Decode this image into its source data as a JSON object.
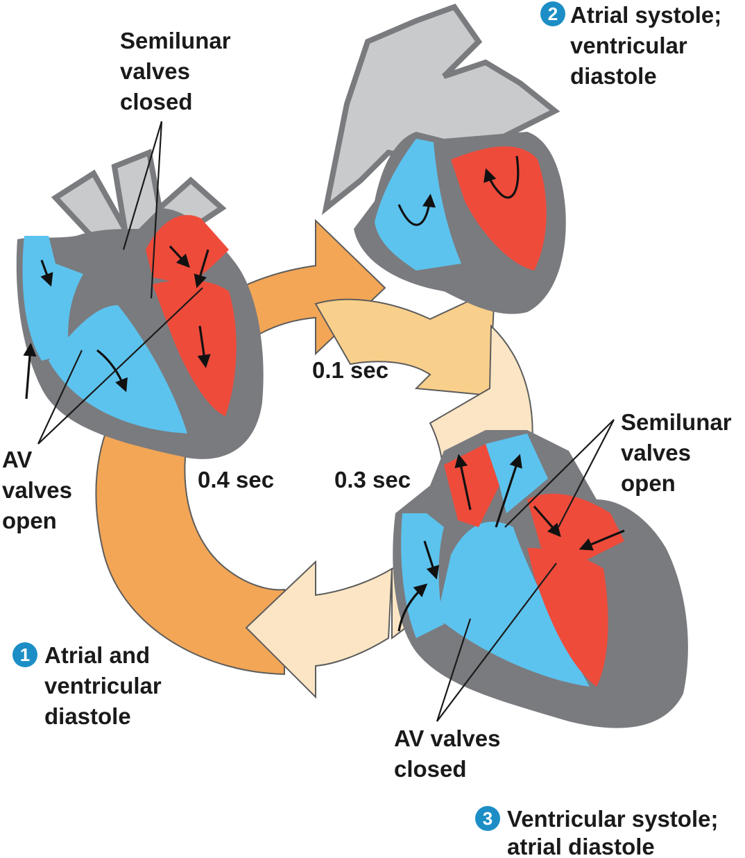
{
  "colors": {
    "heart_outline": "#7a7b7f",
    "vessel_gray": "#c9cacc",
    "oxygen_poor_blue": "#5cc3ee",
    "oxygen_rich_red": "#ee4b3b",
    "arrow_dark_orange": "#f2a656",
    "arrow_mid_orange": "#f9cf8c",
    "arrow_light": "#fbe5c4",
    "step_circle": "#1c8ec5"
  },
  "steps": [
    {
      "number": "1",
      "lines": [
        "Atrial and",
        "ventricular",
        "diastole"
      ]
    },
    {
      "number": "2",
      "lines": [
        "Atrial systole;",
        "ventricular",
        "diastole"
      ]
    },
    {
      "number": "3",
      "lines": [
        "Ventricular systole;",
        "atrial diastole"
      ]
    }
  ],
  "durations": {
    "phase_1": "0.4 sec",
    "phase_2": "0.1 sec",
    "phase_3": "0.3 sec"
  },
  "annotations": {
    "semilunar_closed": [
      "Semilunar",
      "valves",
      "closed"
    ],
    "av_open": [
      "AV",
      "valves",
      "open"
    ],
    "semilunar_open": [
      "Semilunar",
      "valves",
      "open"
    ],
    "av_closed": [
      "AV valves",
      "closed"
    ]
  }
}
